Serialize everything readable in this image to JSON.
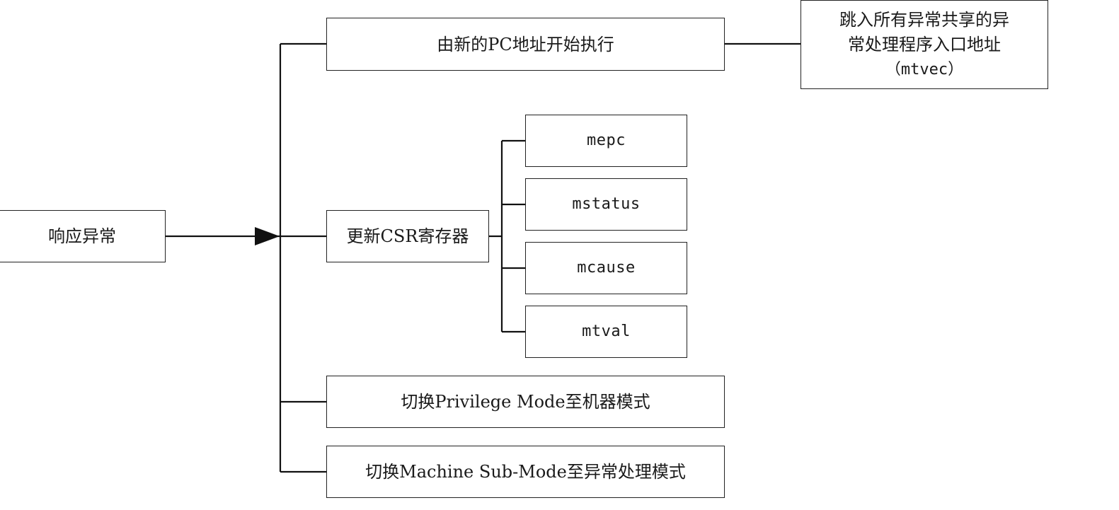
{
  "nodes": {
    "respond_exception": "响应异常",
    "new_pc": "由新的PC地址开始执行",
    "jump_entry": {
      "line1": "跳入所有异常共享的异",
      "line2": "常处理程序入口地址",
      "line3": "（mtvec）"
    },
    "update_csr": "更新CSR寄存器",
    "csr_registers": [
      "mepc",
      "mstatus",
      "mcause",
      "mtval"
    ],
    "switch_privilege": "切换Privilege Mode至机器模式",
    "switch_submode": "切换Machine Sub-Mode至异常处理模式"
  }
}
